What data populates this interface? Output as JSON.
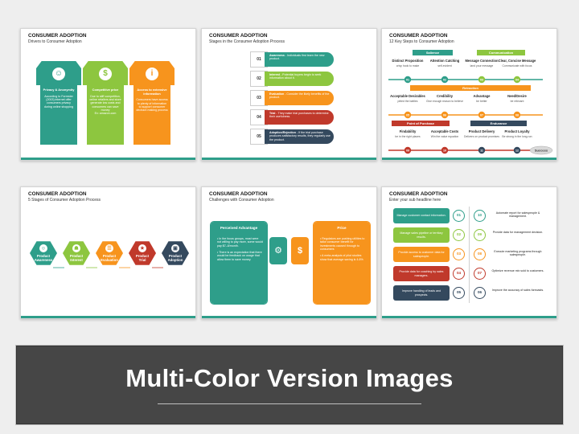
{
  "slides": [
    {
      "title": "CONSUMER ADOPTION",
      "subtitle": "Drivers to Consumer Adoption",
      "cards": [
        {
          "heading": "Privacy & Anonymity",
          "color": "#2e9e8a",
          "icon": "people-icon",
          "body": "According to Forrester (2003) internet offer consumers privacy during online shopping"
        },
        {
          "heading": "Competitive price",
          "color": "#8dc63f",
          "icon": "money-bag-icon",
          "body": "Due to stiff competition, online retailers and store generate low costs and consumers can save money",
          "tail": "Ex: amazon.com"
        },
        {
          "heading": "Access to extensive information",
          "color": "#f7941d",
          "icon": "info-icon",
          "body": "Consumers have access to plenty of information to support consumer decision making process"
        }
      ]
    },
    {
      "title": "CONSUMER ADOPTION",
      "subtitle": "Stages in the Consumer Adoption Process",
      "rows": [
        {
          "num": "01",
          "color": "#2e9e8a",
          "label": "Awareness",
          "text": "Individuals first learn the new product."
        },
        {
          "num": "02",
          "color": "#8dc63f",
          "label": "Interest",
          "text": "Potential buyers begin to seek information about it."
        },
        {
          "num": "03",
          "color": "#f7941d",
          "label": "Evaluation",
          "text": "Consider the likely benefits of the product."
        },
        {
          "num": "04",
          "color": "#c0392b",
          "label": "Trial",
          "text": "They make trial purchases to determine their usefulness."
        },
        {
          "num": "05",
          "color": "#34495e",
          "label": "Adoption/Rejection",
          "text": "If the trial purchase produces satisfactory results, they regularly use the product."
        }
      ]
    },
    {
      "title": "CONSUMER ADOPTION",
      "subtitle": "12 Key Steps to Consumer Adoption",
      "phases": [
        "Salience",
        "Communication",
        "Retraction",
        "Endurance",
        "Point of Purchase"
      ],
      "success": "Success",
      "steps": [
        {
          "num": "01",
          "title": "Distinct Proposition",
          "text": "crisp hook to make"
        },
        {
          "num": "02",
          "title": "Attention Catching",
          "text": "self-evident"
        },
        {
          "num": "03",
          "title": "Message Connection",
          "text": "land your message"
        },
        {
          "num": "04",
          "title": "Clear, Concise Message",
          "text": "Communicate with focus"
        },
        {
          "num": "05",
          "title": "Acceptable Desirables",
          "text": "pitted the battles"
        },
        {
          "num": "06",
          "title": "Credibility",
          "text": "Give enough reason to believe"
        },
        {
          "num": "07",
          "title": "Advantage",
          "text": "be better"
        },
        {
          "num": "08",
          "title": "Need/Desire",
          "text": "be relevant"
        },
        {
          "num": "09",
          "title": "Findability",
          "text": "be in the right places"
        },
        {
          "num": "10",
          "title": "Acceptable Costs",
          "text": "Win the value equation"
        },
        {
          "num": "11",
          "title": "Product Delivery",
          "text": "Delivers on product promises"
        },
        {
          "num": "12",
          "title": "Product Loyalty",
          "text": "Be strong in the long-run"
        }
      ]
    },
    {
      "title": "CONSUMER ADOPTION",
      "subtitle": "5 Stages of Consumer Adoption Process",
      "hexes": [
        {
          "label": "Product Awareness",
          "color": "#2e9e8a",
          "icon": "people-icon"
        },
        {
          "label": "Product Interest",
          "color": "#8dc63f",
          "icon": "cart-icon"
        },
        {
          "label": "Product Evaluation",
          "color": "#f7941d",
          "icon": "clipboard-icon"
        },
        {
          "label": "Product Trial",
          "color": "#c0392b",
          "icon": "gift-icon"
        },
        {
          "label": "Product Adoption",
          "color": "#34495e",
          "icon": "box-icon"
        }
      ]
    },
    {
      "title": "CONSUMER ADOPTION",
      "subtitle": "Challenges with Consumer Adoption",
      "left": {
        "heading": "Perceived Advantage",
        "color": "#2e9e8a",
        "bullets": [
          "In the focus groups, most were not willing to pay more, some would pay $7–8/month.",
          "There is an expectation that there would be feedback on usage that allow them to save money."
        ]
      },
      "right": {
        "heading": "Price",
        "color": "#f7941d",
        "bullets": [
          "Regulators are pushing utilities to tailor consumer benefit for investments caused through to consumers",
          "A meta-analysis of pilot studies show that average saving is 4-6%"
        ]
      }
    },
    {
      "title": "CONSUMER ADOPTION",
      "subtitle": "Enter your sub headline here",
      "left_items": [
        {
          "num": "01",
          "color": "#2e9e8a",
          "text": "Manage customer contact information."
        },
        {
          "num": "02",
          "color": "#8dc63f",
          "text": "Manage sales pipeline or territory results."
        },
        {
          "num": "03",
          "color": "#f7941d",
          "text": "Provide access to customer data for salespeople."
        },
        {
          "num": "04",
          "color": "#c0392b",
          "text": "Provide data for coaching by sales managers."
        },
        {
          "num": "05",
          "color": "#34495e",
          "text": "Improve handling of leads and prospects."
        }
      ],
      "right_items": [
        {
          "num": "10",
          "color": "#2e9e8a",
          "text": "Automate report for salespeople & management."
        },
        {
          "num": "09",
          "color": "#8dc63f",
          "text": "Provide data for management decision."
        },
        {
          "num": "08",
          "color": "#f7941d",
          "text": "Execute marketing programs through salespeople."
        },
        {
          "num": "07",
          "color": "#c0392b",
          "text": "Optimize revenue mix sold to customers."
        },
        {
          "num": "06",
          "color": "#34495e",
          "text": "Improve the accuracy of sales forecasts."
        }
      ]
    }
  ],
  "banner": {
    "title": "Multi-Color Version Images"
  }
}
